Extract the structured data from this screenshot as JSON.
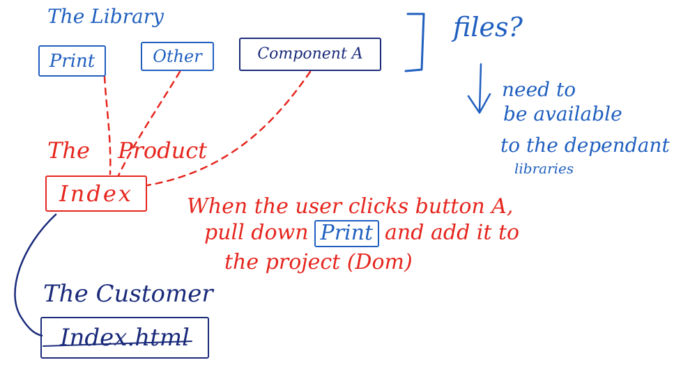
{
  "library": {
    "heading": "The Library",
    "boxes": [
      "Print",
      "Other",
      "Component A"
    ],
    "bracket_note": "files?",
    "side_note": [
      "need to",
      "be available",
      "to the dependant",
      "libraries"
    ]
  },
  "product": {
    "heading": "The Product",
    "box": "Index",
    "note": {
      "line1": "When the user clicks button A,",
      "line2_before": "pull down",
      "line2_box": "Print",
      "line2_after": "and add it to",
      "line3": "the project (Dom)"
    }
  },
  "customer": {
    "heading": "The Customer",
    "box": "Index.html"
  },
  "colors": {
    "library": "#1f5fbf",
    "product": "#e5251d",
    "customer": "#1a2a7a",
    "background": "#ffffff"
  }
}
